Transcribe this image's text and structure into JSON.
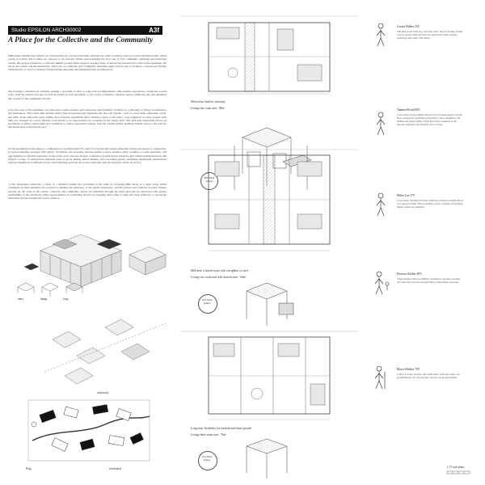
{
  "header": {
    "studio": "Studio EPSILON ARCH30002",
    "code": "A3f"
  },
  "title": "A Place for the Collective and the Community",
  "text": {
    "intro": "Melbourne's middle ring suburbs are characterised by a strong dichotomy between the public (roadway) and our private detached home, which results in activity that is either too exposed or too isolated. While acknowledging the vital role of both community gathering and individual respite, this project introduces a collective middle ground which supports varying levels of interaction between the scales of the apartment, the block, the cluster, and the masterplan. This focus on collective and community amenities aligns with an aim to facilitate a diverse and flexible infrastructure of care for residents facing housing insecurity and changing living circumstances.",
    "p2": "The housing is intended for residents seeking a spectrum of short to long term accommodation, with resident experiences considered at each scale, from the amount and type of built in joinery in each apartment, to the access of flexible collective spaces within the site, and amenities that connect to the community beyond.",
    "a": "a) At the scale of the apartment, two hierarchal rooms promote self expression and flexibility in furnit for a diversity of living circumstances and preferences. Short-term units include joinery that incorporates key amenities into the wall system – such as a bed, desk, cupboards, couch, and table. In the mid-term, entry sliding doors between apartments allow sharing a space room with a close neighbour or carer. Longer term units are arranged in a more flexible room model to be appropriated by occupants in the longer term. The grid-wall orientation allows all apartments to utilise natural light and ventilation to reduce operational energy, with the column further enabling framed views to the balcony and landscaped courtyards beyond.",
    "b": "b) The apartment blocks employ a combination of prefabricated LVL and CLT systems that reduce embodied carbon and speed of construction. A layered building envelope with gallery circulation and screening devices enables a more sensitive entry condition to each apartment, and opportunities for thermal regulation on the north, west, and east facades. Collective focused spaces break the grid within apartment blocks and support a range of semi-private amenities such as group dining, shared laundry, and coworking spaces, mediating meaningful relationships between neighbours at different levels, and facilitating personal and social autonomy with the necessary levels of privacy.",
    "c": "c) The masterplan celebrates a vision of a densified suburb that prioritises social value by proposing Bilk Street as a spine along which communal focused amenities are scattered to mediate the adjacency of the public streetscape, and the private and collective focused clusters beyond. At the scale of the cluster, collective and community spaces are identified through the tilted grid and are expressed with greater permeability in the elevations. These spaces behave as wayfinding devices by engaging direct lines of sight and clear pathways, to encourage interaction between neighbours across clusters."
  },
  "diagram_labels": {
    "entry": "entry",
    "dump": "dump",
    "loop": "loop"
  },
  "masterplan_labels": {
    "university": "university",
    "ping": "Ping",
    "residential": "residential"
  },
  "plans": [
    {
      "caption": "Short-term: built-in comunity",
      "subcaption": "Living+one room unit - 40m²",
      "joinery": "80% fixed joinery"
    },
    {
      "caption": "Mid term: a shared room with a neighbor or carer",
      "subcaption": "Living+two room unit with shared room - 60m²",
      "joinery": "30% fixed joinery"
    },
    {
      "caption": "Long term: flexibility for resident and future growth",
      "subcaption": "Living+three room unit - 70m²",
      "joinery": "15% fixed joinery"
    }
  ],
  "personas": [
    {
      "name": "Levain Walker 23Y",
      "desc": "Full time work in the city, part time study. Enjoys inviting friends over for group study and does not spend much time at home, preferring time spent with others."
    },
    {
      "name": "Tanmen Picard 60Y",
      "desc": "Lives alone, and is seeking entrance into housing support system. Has a passion for gardening and getting to know neighbors. He dislikes but enjoys being around those and volunteers at the daycare sessions at the pavilion twice a week."
    },
    {
      "name": "Miller Lee 37Y",
      "desc": "Lives alone. Working full time within the collective neighborhood as a support worker. Enjoys getting to know residents and hosting dinner parties on weekends."
    },
    {
      "name": "Precious Soldier 40Y",
      "desc": "Single mother with two children. Studying to become a teacher, and often does not have enough time to make meals everyday."
    },
    {
      "name": "Marco Hobbes 70Y",
      "desc": "A place to retire securely and comfortably with wife where our grandchildren can visit and play, and we can pursue hobbies."
    }
  ],
  "scale_note": "1:75 unit plans"
}
